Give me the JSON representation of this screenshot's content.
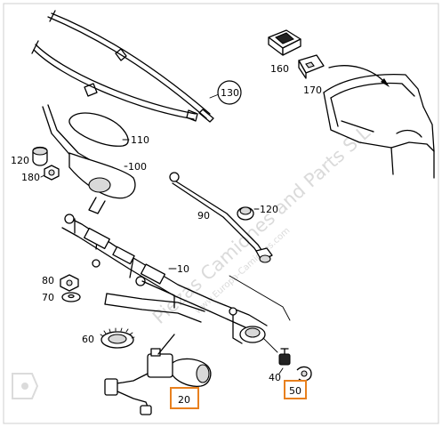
{
  "diagram": {
    "callouts": {
      "c10": "10",
      "c20": "20",
      "c40": "40",
      "c50": "50",
      "c60": "60",
      "c70": "70",
      "c80": "80",
      "c90": "90",
      "c100": "100",
      "c110": "110",
      "c120a": "120",
      "c120b": "120",
      "c130": "130",
      "c160": "160",
      "c170": "170",
      "c180": "180"
    },
    "highlighted": [
      "20",
      "50"
    ],
    "highlight_color": "#e8801e",
    "watermark": {
      "main": "Piezas Camiones and Parts S.L.",
      "sub": "www.Europa-Camiones.com"
    }
  }
}
